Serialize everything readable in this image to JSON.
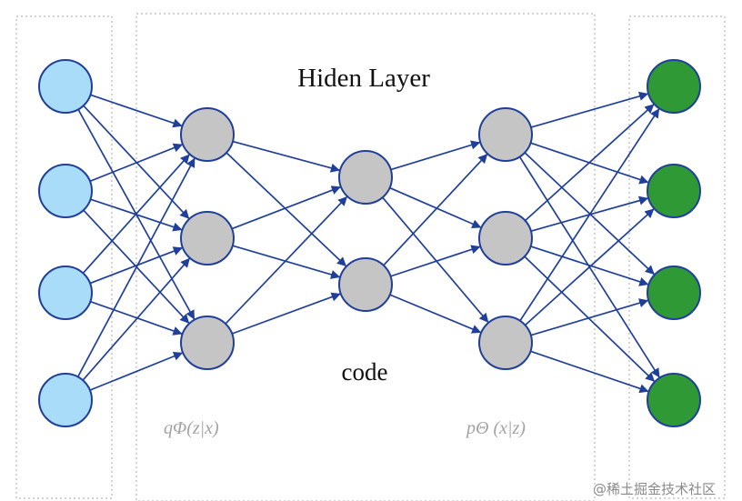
{
  "diagram": {
    "title": "Hiden Layer",
    "code_label": "code",
    "encoder_formula": "qΦ(z|x)",
    "decoder_formula": "pΘ (x|z)",
    "watermark": "@稀土掘金技术社区",
    "colors": {
      "input_fill": "#a8dcf8",
      "hidden_fill": "#c5c5c6",
      "output_fill": "#2f9a35",
      "edge": "#1f3f9a",
      "box_border": "#b8b8b8"
    },
    "layers": [
      {
        "name": "input",
        "nodes": 4,
        "color_key": "input_fill"
      },
      {
        "name": "encoder-hidden",
        "nodes": 3,
        "color_key": "hidden_fill"
      },
      {
        "name": "code",
        "nodes": 2,
        "color_key": "hidden_fill"
      },
      {
        "name": "decoder-hidden",
        "nodes": 3,
        "color_key": "hidden_fill"
      },
      {
        "name": "output",
        "nodes": 4,
        "color_key": "output_fill"
      }
    ],
    "connections": "fully-connected between adjacent layers"
  }
}
